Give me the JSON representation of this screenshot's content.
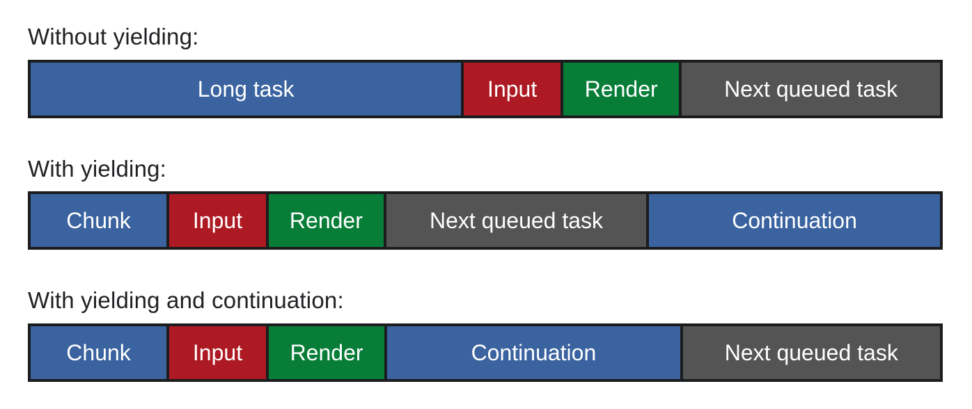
{
  "palette": {
    "blue": "#3a639f",
    "red": "#ae1a23",
    "green": "#077d38",
    "gray": "#545454",
    "border": "#1b1c1e",
    "heading_text": "#202124",
    "bar_text": "#ffffff",
    "background": "#ffffff"
  },
  "sections": [
    {
      "id": "without-yielding",
      "label": "Without yielding:",
      "segments": [
        {
          "label": "Long task",
          "color": "blue",
          "width_pct": 47.5
        },
        {
          "label": "Input",
          "color": "red",
          "width_pct": 10.9
        },
        {
          "label": "Render",
          "color": "green",
          "width_pct": 13.0
        },
        {
          "label": "Next queued task",
          "color": "gray",
          "width_pct": 28.6
        }
      ]
    },
    {
      "id": "with-yielding",
      "label": "With yielding:",
      "segments": [
        {
          "label": "Chunk",
          "color": "blue",
          "width_pct": 15.2
        },
        {
          "label": "Input",
          "color": "red",
          "width_pct": 10.9
        },
        {
          "label": "Render",
          "color": "green",
          "width_pct": 12.9
        },
        {
          "label": "Next queued task",
          "color": "gray",
          "width_pct": 28.8
        },
        {
          "label": "Continuation",
          "color": "blue",
          "width_pct": 32.2
        }
      ]
    },
    {
      "id": "with-yielding-and-continuation",
      "label": "With yielding and continuation:",
      "segments": [
        {
          "label": "Chunk",
          "color": "blue",
          "width_pct": 15.2
        },
        {
          "label": "Input",
          "color": "red",
          "width_pct": 10.9
        },
        {
          "label": "Render",
          "color": "green",
          "width_pct": 13.0
        },
        {
          "label": "Continuation",
          "color": "blue",
          "width_pct": 32.4
        },
        {
          "label": "Next queued task",
          "color": "gray",
          "width_pct": 28.5
        }
      ]
    }
  ]
}
